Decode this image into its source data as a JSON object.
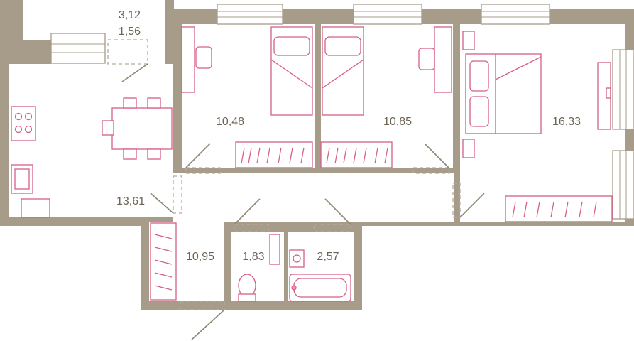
{
  "rooms": [
    {
      "id": "loggia",
      "area": "3,12"
    },
    {
      "id": "balcony",
      "area": "1,56"
    },
    {
      "id": "kitchen",
      "area": "13,61"
    },
    {
      "id": "bedroom-left",
      "area": "10,48"
    },
    {
      "id": "bedroom-middle",
      "area": "10,85"
    },
    {
      "id": "master-bedroom",
      "area": "16,33"
    },
    {
      "id": "hallway",
      "area": "10,95"
    },
    {
      "id": "toilet",
      "area": "1,83"
    },
    {
      "id": "bathroom",
      "area": "2,57"
    }
  ],
  "colors": {
    "wall": "#a79c8a",
    "furniture": "#d65f86",
    "label": "#6e6456"
  }
}
